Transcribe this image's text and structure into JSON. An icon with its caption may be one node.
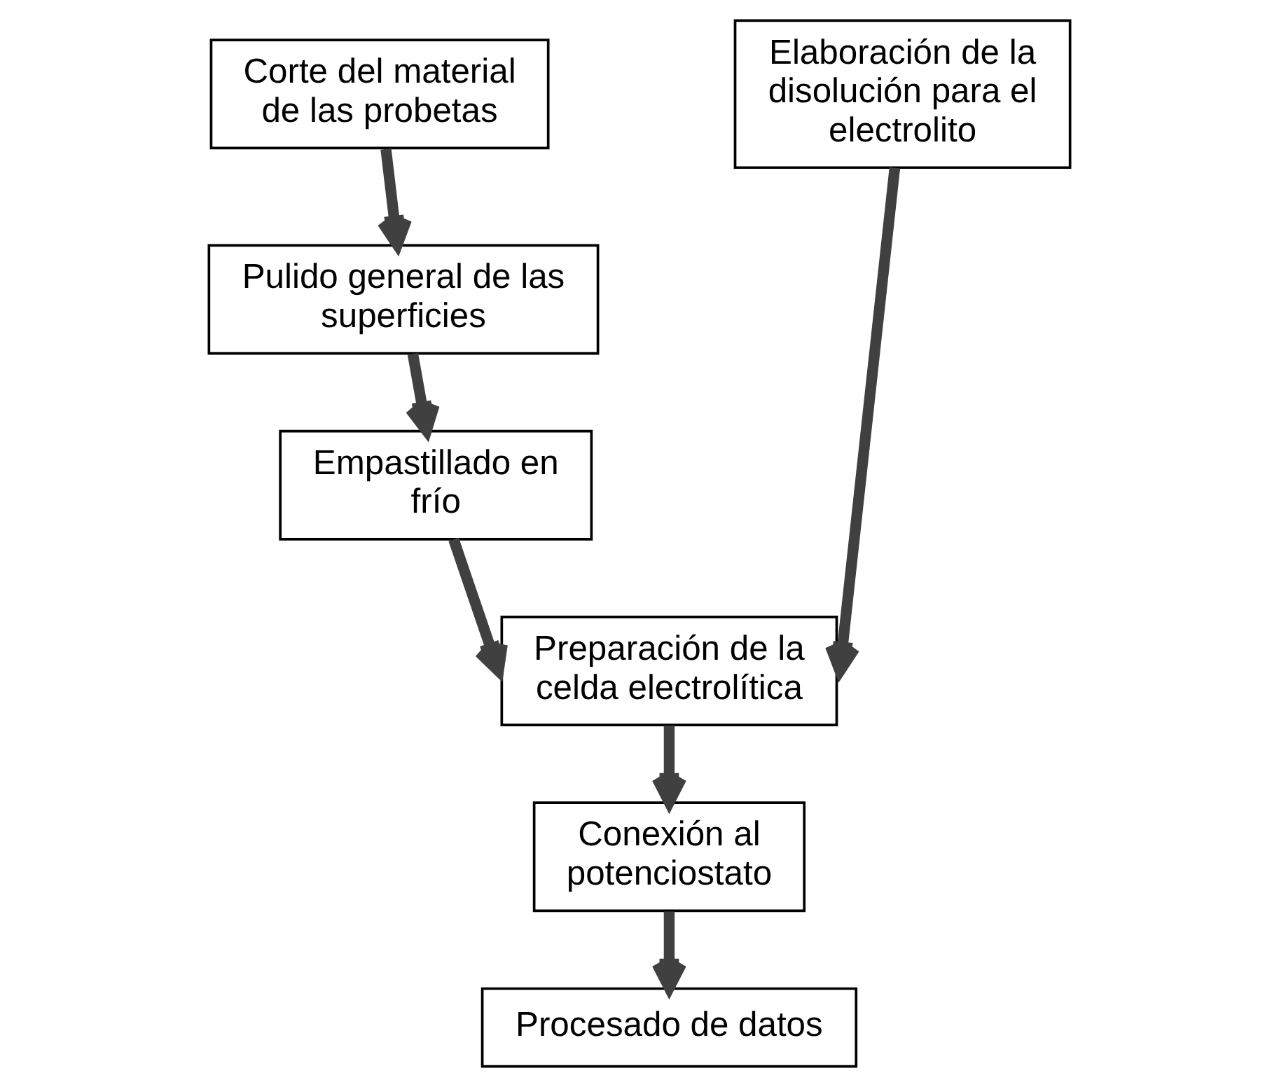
{
  "diagram": {
    "nodes": [
      {
        "text": [
          "Corte del material de las probetas"
        ]
      },
      {
        "text": [
          "Pulido general de las superficies"
        ]
      },
      {
        "text": [
          "Empastillado en frío"
        ]
      },
      {
        "text": [
          "Elaboración de la disolución para el electrolito"
        ]
      },
      {
        "text": [
          "Preparación de la celda electrolítica"
        ]
      },
      {
        "text": [
          "Conexión al potenciostato"
        ]
      },
      {
        "text": [
          "Procesado de datos"
        ]
      }
    ],
    "edges": [
      {
        "from": 0,
        "to": 1,
        "arrow": "to"
      },
      {
        "from": 1,
        "to": 2,
        "arrow": "to"
      },
      {
        "from": 2,
        "to": 4,
        "arrow": "to"
      },
      {
        "from": 3,
        "to": 4,
        "arrow": "to"
      },
      {
        "from": 4,
        "to": 5,
        "arrow": "to"
      },
      {
        "from": 5,
        "to": 6,
        "arrow": "to"
      }
    ]
  }
}
